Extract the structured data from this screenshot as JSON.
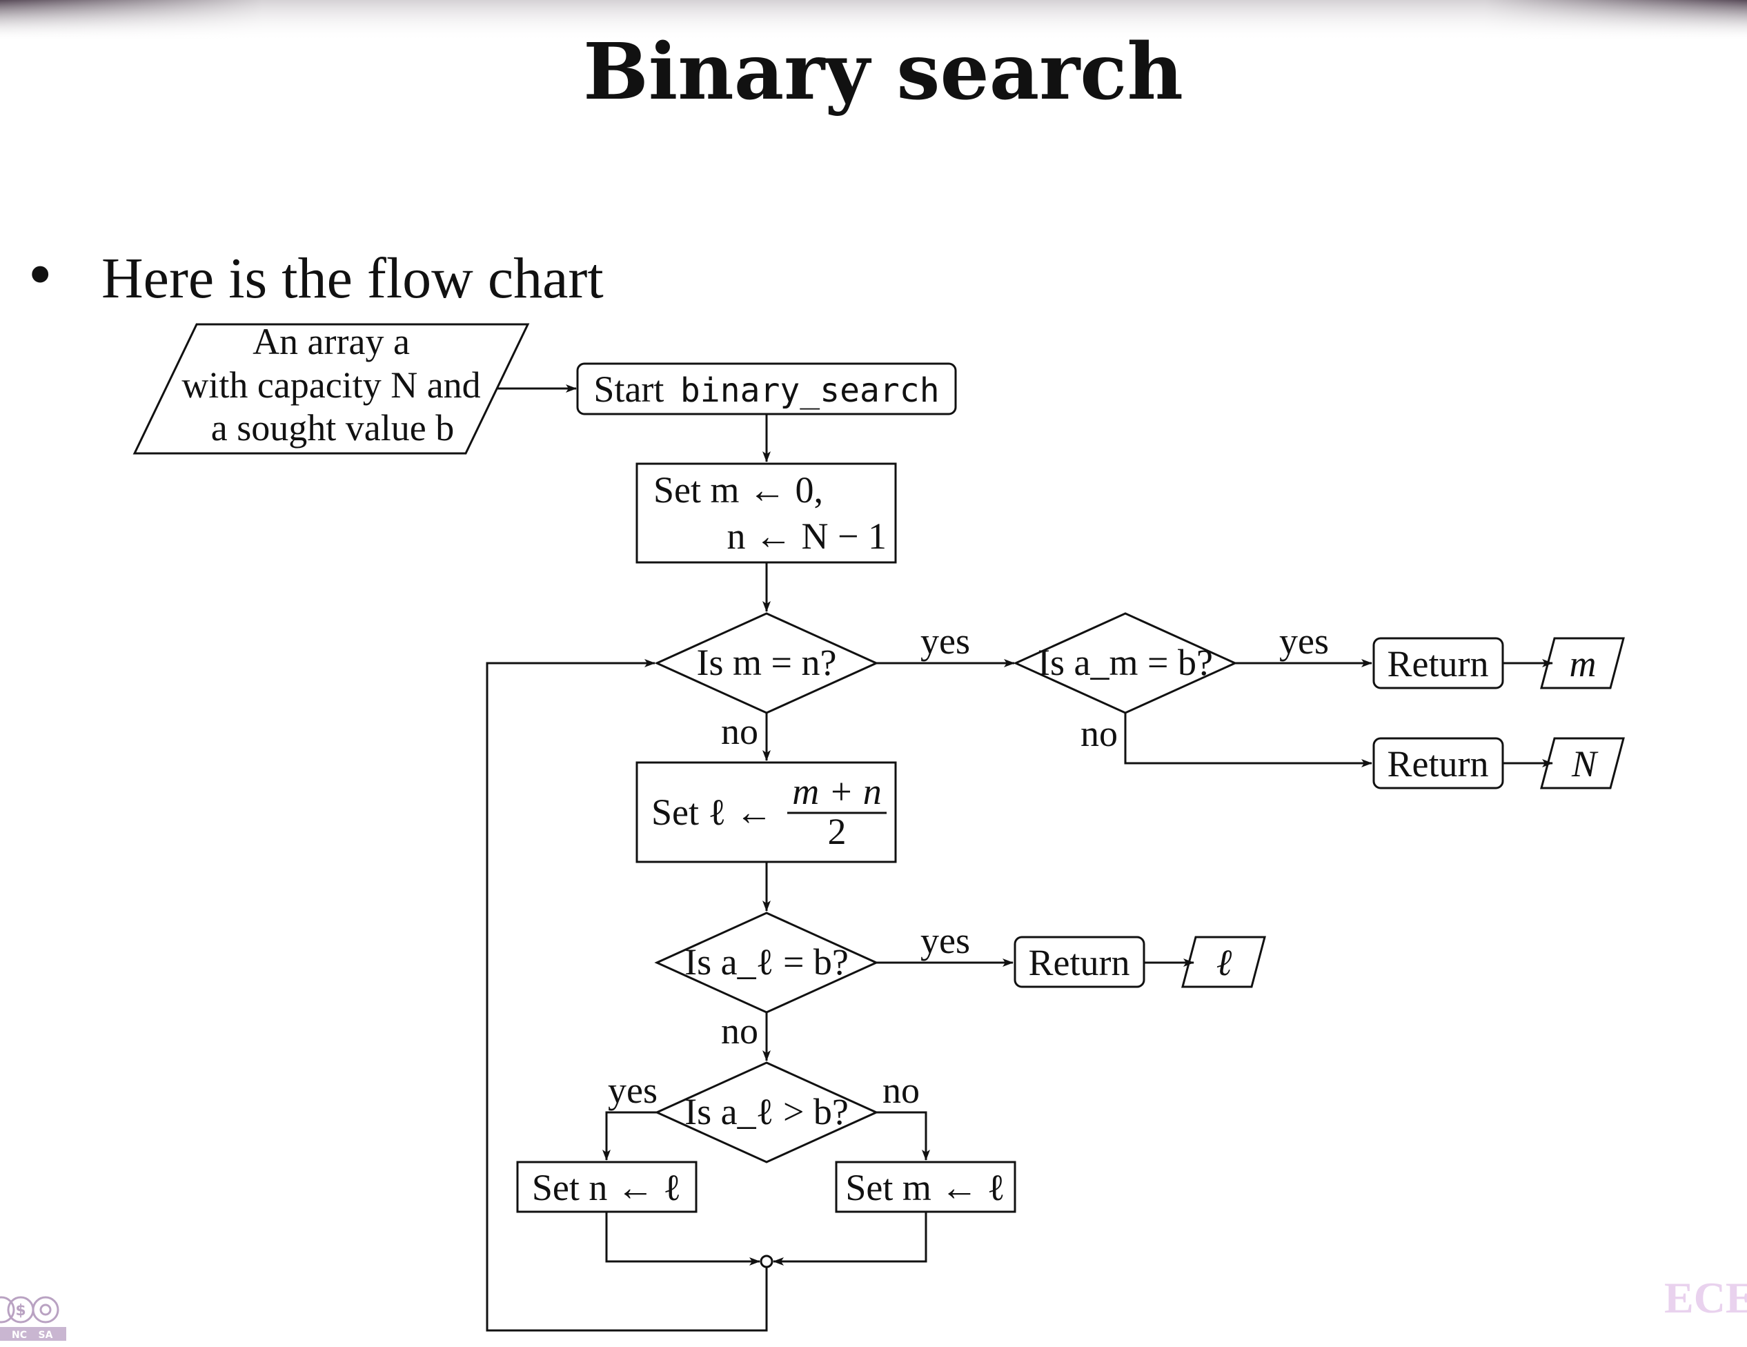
{
  "slide": {
    "title": "Binary search",
    "bullet": "Here is the flow chart",
    "watermark": "ECE",
    "license_badge": [
      "NC",
      "SA"
    ]
  },
  "flowchart": {
    "input": [
      "An array a",
      "with capacity N and",
      "a sought value b"
    ],
    "start": {
      "word": "Start",
      "code": "binary_search"
    },
    "init": [
      "Set m ← 0,",
      "n ← N − 1"
    ],
    "decision_mn": "Is m = n?",
    "decision_am": "Is a_m = b?",
    "set_l": {
      "label": "Set ℓ ←",
      "numerator": "m + n",
      "denominator": "2"
    },
    "decision_al_eq": "Is a_ℓ = b?",
    "decision_al_gt": "Is a_ℓ > b?",
    "set_n": "Set n ← ℓ",
    "set_m": "Set m ← ℓ",
    "return_label": "Return",
    "outputs": [
      "m",
      "N",
      "ℓ"
    ],
    "edge_labels": {
      "yes": "yes",
      "no": "no"
    }
  }
}
